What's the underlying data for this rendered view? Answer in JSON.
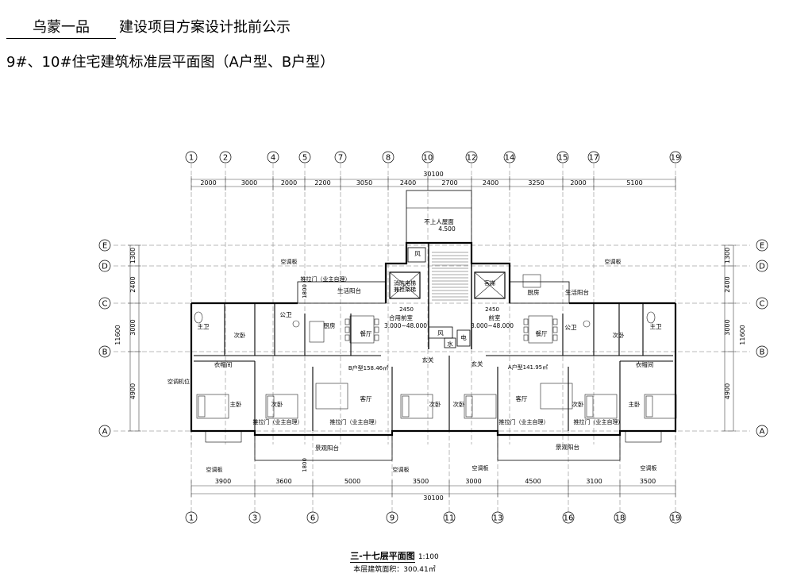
{
  "header": {
    "project_name": "乌蒙一品",
    "title_suffix": "建设项目方案设计批前公示",
    "subtitle": "9#、10#住宅建筑标准层平面图（A户型、B户型）"
  },
  "top_axes": [
    "1",
    "2",
    "4",
    "5",
    "7",
    "8",
    "10",
    "12",
    "14",
    "15",
    "17",
    "19"
  ],
  "bottom_axes": [
    "1",
    "3",
    "6",
    "9",
    "11",
    "13",
    "16",
    "18",
    "19"
  ],
  "row_axes": [
    "E",
    "D",
    "C",
    "B",
    "A"
  ],
  "top_dims": [
    "2000",
    "3000",
    "2000",
    "2200",
    "3050",
    "2400",
    "2700",
    "2400",
    "3250",
    "2000",
    "5100"
  ],
  "top_total": "30100",
  "bottom_dims": [
    "3900",
    "3600",
    "5000",
    "3500",
    "3000",
    "4500",
    "3100",
    "3500"
  ],
  "bottom_total": "30100",
  "side_dims": [
    "1300",
    "2400",
    "3000",
    "4900"
  ],
  "side_total": "11600",
  "rooms": {
    "roof_terrace": "不上人屋面",
    "roof_level": "4.500",
    "wind_top": "风",
    "fire_elevator": "消防电梯",
    "fire_elevator_sub": "兼担架梯",
    "elevator_right": "客梯",
    "shared_front_room": "合用前室",
    "front_room": "前室",
    "level_range_left": "3.000~48.000",
    "level_range_right": "3.000~48.000",
    "stair_dim_left": "2450",
    "stair_dim_right": "2450",
    "wind_mid": "风",
    "water": "水",
    "electric": "电",
    "vestibule": "玄关",
    "kitchen": "厨房",
    "living_balcony": "生活阳台",
    "living_balcony_note": "推拉门（业主自理）",
    "public_bath": "公卫",
    "master_bath": "主卫",
    "bedroom": "次卧",
    "master_bedroom": "主卧",
    "cloakroom": "衣帽间",
    "living_room": "客厅",
    "dining": "餐厅",
    "landscape_balcony": "景观阳台",
    "sliding_door_note": "推拉门（业主自理）",
    "unit_b_area": "B户型158.46㎡",
    "unit_a_area": "A户型141.95㎡",
    "balcony_depth": "1800",
    "balcony_depth_top": "1800",
    "ac_label": "空调板",
    "ac_label_left": "空调机位"
  },
  "caption": {
    "title": "三-十七层平面图",
    "scale": "1:100",
    "area_label": "本层建筑面积：300.41㎡"
  }
}
